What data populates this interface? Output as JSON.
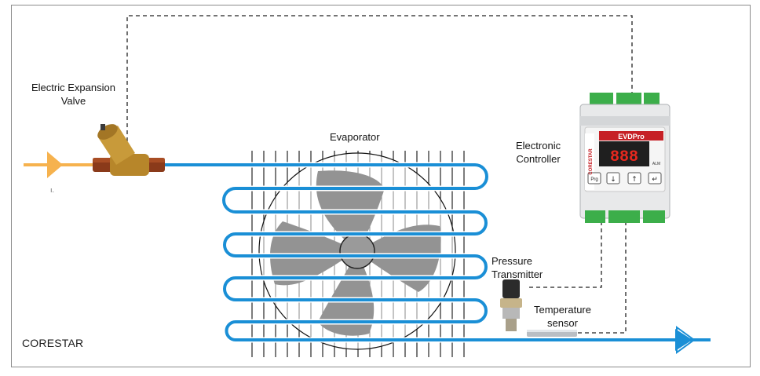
{
  "labels": {
    "valve_line1": "Electric Expansion",
    "valve_line2": "Valve",
    "evaporator": "Evaporator",
    "controller_line1": "Electronic",
    "controller_line2": "Controller",
    "pressure_line1": "Pressure",
    "pressure_line2": "Transmitter",
    "temp_line1": "Temperature",
    "temp_line2": "sensor",
    "brand": "CORESTAR",
    "stray_mark": "ı."
  },
  "controller": {
    "model": "EVDPro",
    "side_brand": "CORESTAR",
    "display": "888",
    "alarm_label": "ALM",
    "buttons": [
      "Prg",
      "↓",
      "↑",
      "↵"
    ]
  },
  "colors": {
    "pipe": "#1a8fd6",
    "inlet_arrow": "#f6b24e",
    "fan": "#929292",
    "controller_red": "#c62026",
    "terminal_green": "#3cae4a"
  }
}
